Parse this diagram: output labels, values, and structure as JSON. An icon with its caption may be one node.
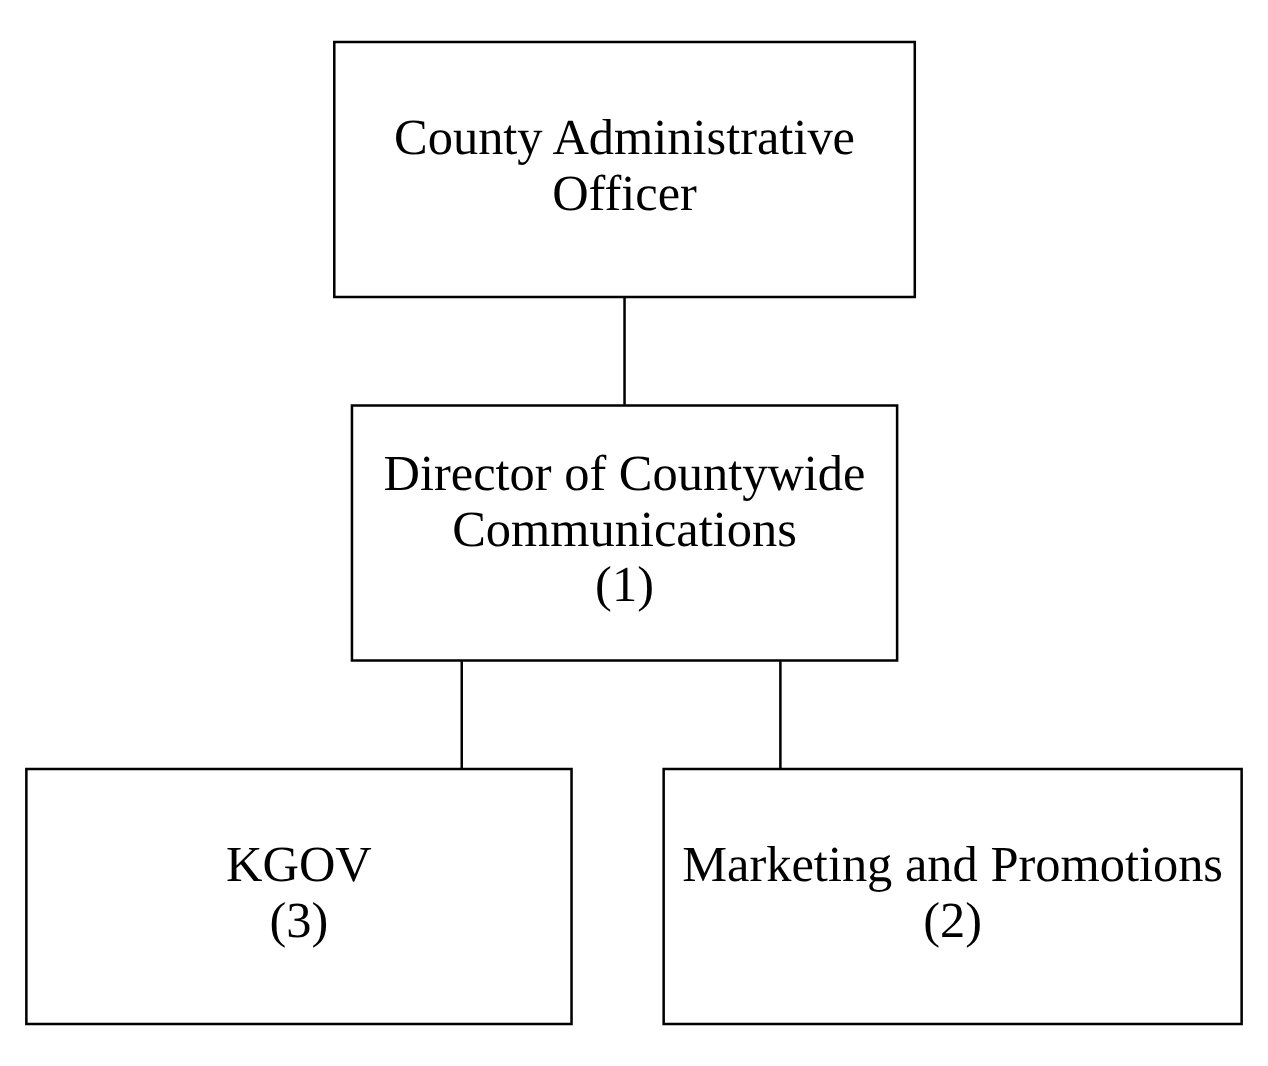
{
  "diagram": {
    "nodes": [
      {
        "text": [
          "County Administrative Officer"
        ]
      },
      {
        "text": [
          "Director of Countywide Communications",
          "(1)"
        ]
      },
      {
        "text": [
          "KGOV",
          "(3)"
        ]
      },
      {
        "text": [
          "Marketing and Promotions",
          "(2)"
        ]
      }
    ],
    "edges": [
      {
        "from": 0,
        "to": 1,
        "arrow": "none"
      },
      {
        "from": 1,
        "to": 2,
        "arrow": "none"
      },
      {
        "from": 1,
        "to": 3,
        "arrow": "none"
      }
    ]
  }
}
